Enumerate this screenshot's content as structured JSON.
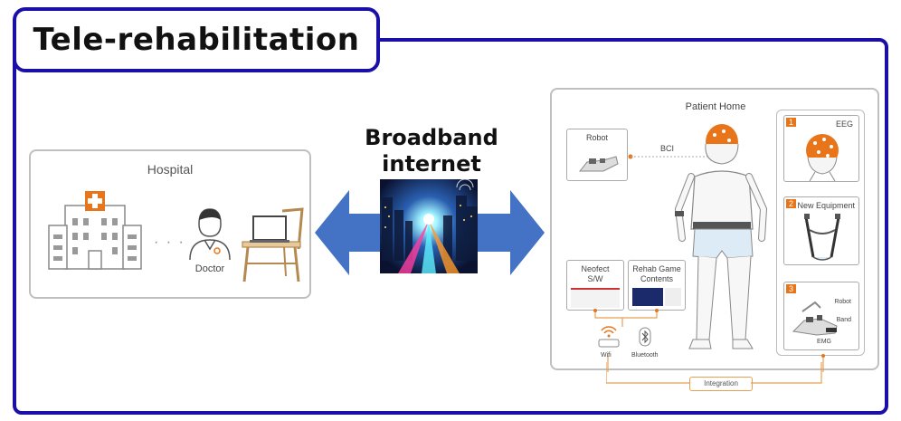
{
  "title": "Tele-rehabilitation",
  "center": {
    "line1": "Broadband",
    "line2": "internet"
  },
  "hospital": {
    "title": "Hospital",
    "doctor_label": "Doctor"
  },
  "patient_home": {
    "title": "Patient Home",
    "robot_label": "Robot",
    "bci_label": "BCI",
    "neofect_line1": "Neofect",
    "neofect_line2": "S/W",
    "rehab_line1": "Rehab Game",
    "rehab_line2": "Contents",
    "wifi_label": "Wifi",
    "bluetooth_label": "Bluetooth",
    "integration_label": "Integration",
    "equipment": [
      {
        "num": "1",
        "label": "EEG"
      },
      {
        "num": "2",
        "label": "New Equipment"
      },
      {
        "num": "3",
        "label": "Robot",
        "sub1": "Band",
        "sub2": "EMG"
      }
    ]
  },
  "colors": {
    "frame": "#1a10a8",
    "arrow": "#4472c4",
    "accent_orange": "#e8751a"
  }
}
